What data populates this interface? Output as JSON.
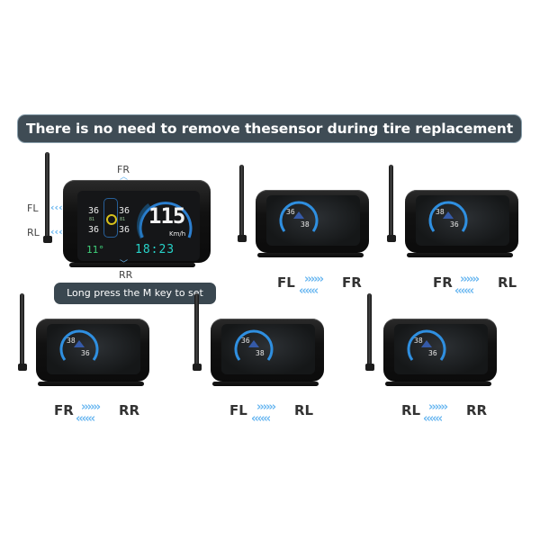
{
  "banner": "There is no need to remove thesensor during tire replacement",
  "hint": "Long press the M key to set",
  "main_device": {
    "labels": {
      "top": "FR",
      "bottom": "RR",
      "left_top": "FL",
      "left_bottom": "RL"
    },
    "speed": "115",
    "speed_unit": "Km/h",
    "clock": "18:23",
    "pressures": [
      "36",
      "36",
      "36",
      "36"
    ],
    "temps": [
      "81",
      "81",
      "81",
      "81"
    ]
  },
  "swaps": [
    {
      "left": "FL",
      "right": "FR",
      "vals": [
        "36",
        "38"
      ]
    },
    {
      "left": "FR",
      "right": "RL",
      "vals": [
        "38",
        "36"
      ]
    },
    {
      "left": "FR",
      "right": "RR",
      "vals": [
        "38",
        "36"
      ]
    },
    {
      "left": "FL",
      "right": "RL",
      "vals": [
        "36",
        "38"
      ]
    },
    {
      "left": "RL",
      "right": "RR",
      "vals": [
        "38",
        "36"
      ]
    }
  ],
  "colors": {
    "accent": "#2f8fe0",
    "chevron": "#6ab7f0",
    "banner_bg": "#3f4c55"
  }
}
